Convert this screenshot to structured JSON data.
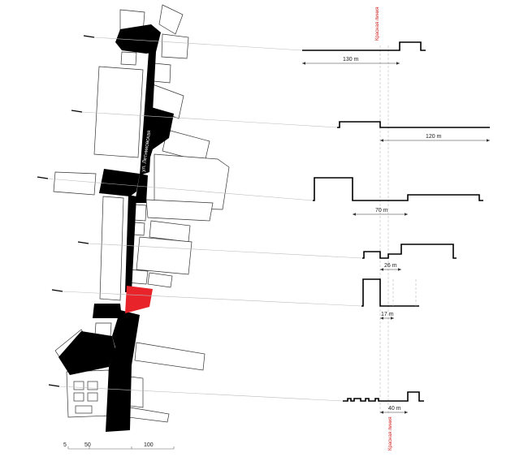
{
  "street": {
    "name": "ул. Летниковская"
  },
  "red_line": {
    "label_top": "Красная линия",
    "label_bottom": "Красная линия",
    "color": "#d21f1f"
  },
  "highlight_color": "#e8232a",
  "sections": [
    {
      "id": "s1",
      "dimension": "130 m"
    },
    {
      "id": "s2",
      "dimension": "120 m"
    },
    {
      "id": "s3",
      "dimension": "70 m"
    },
    {
      "id": "s4",
      "dimension": "26 m"
    },
    {
      "id": "s5",
      "dimension": "17 m"
    },
    {
      "id": "s6",
      "dimension": "40 m"
    }
  ],
  "scale_bar": {
    "labels": [
      "5",
      "50",
      "100"
    ]
  }
}
